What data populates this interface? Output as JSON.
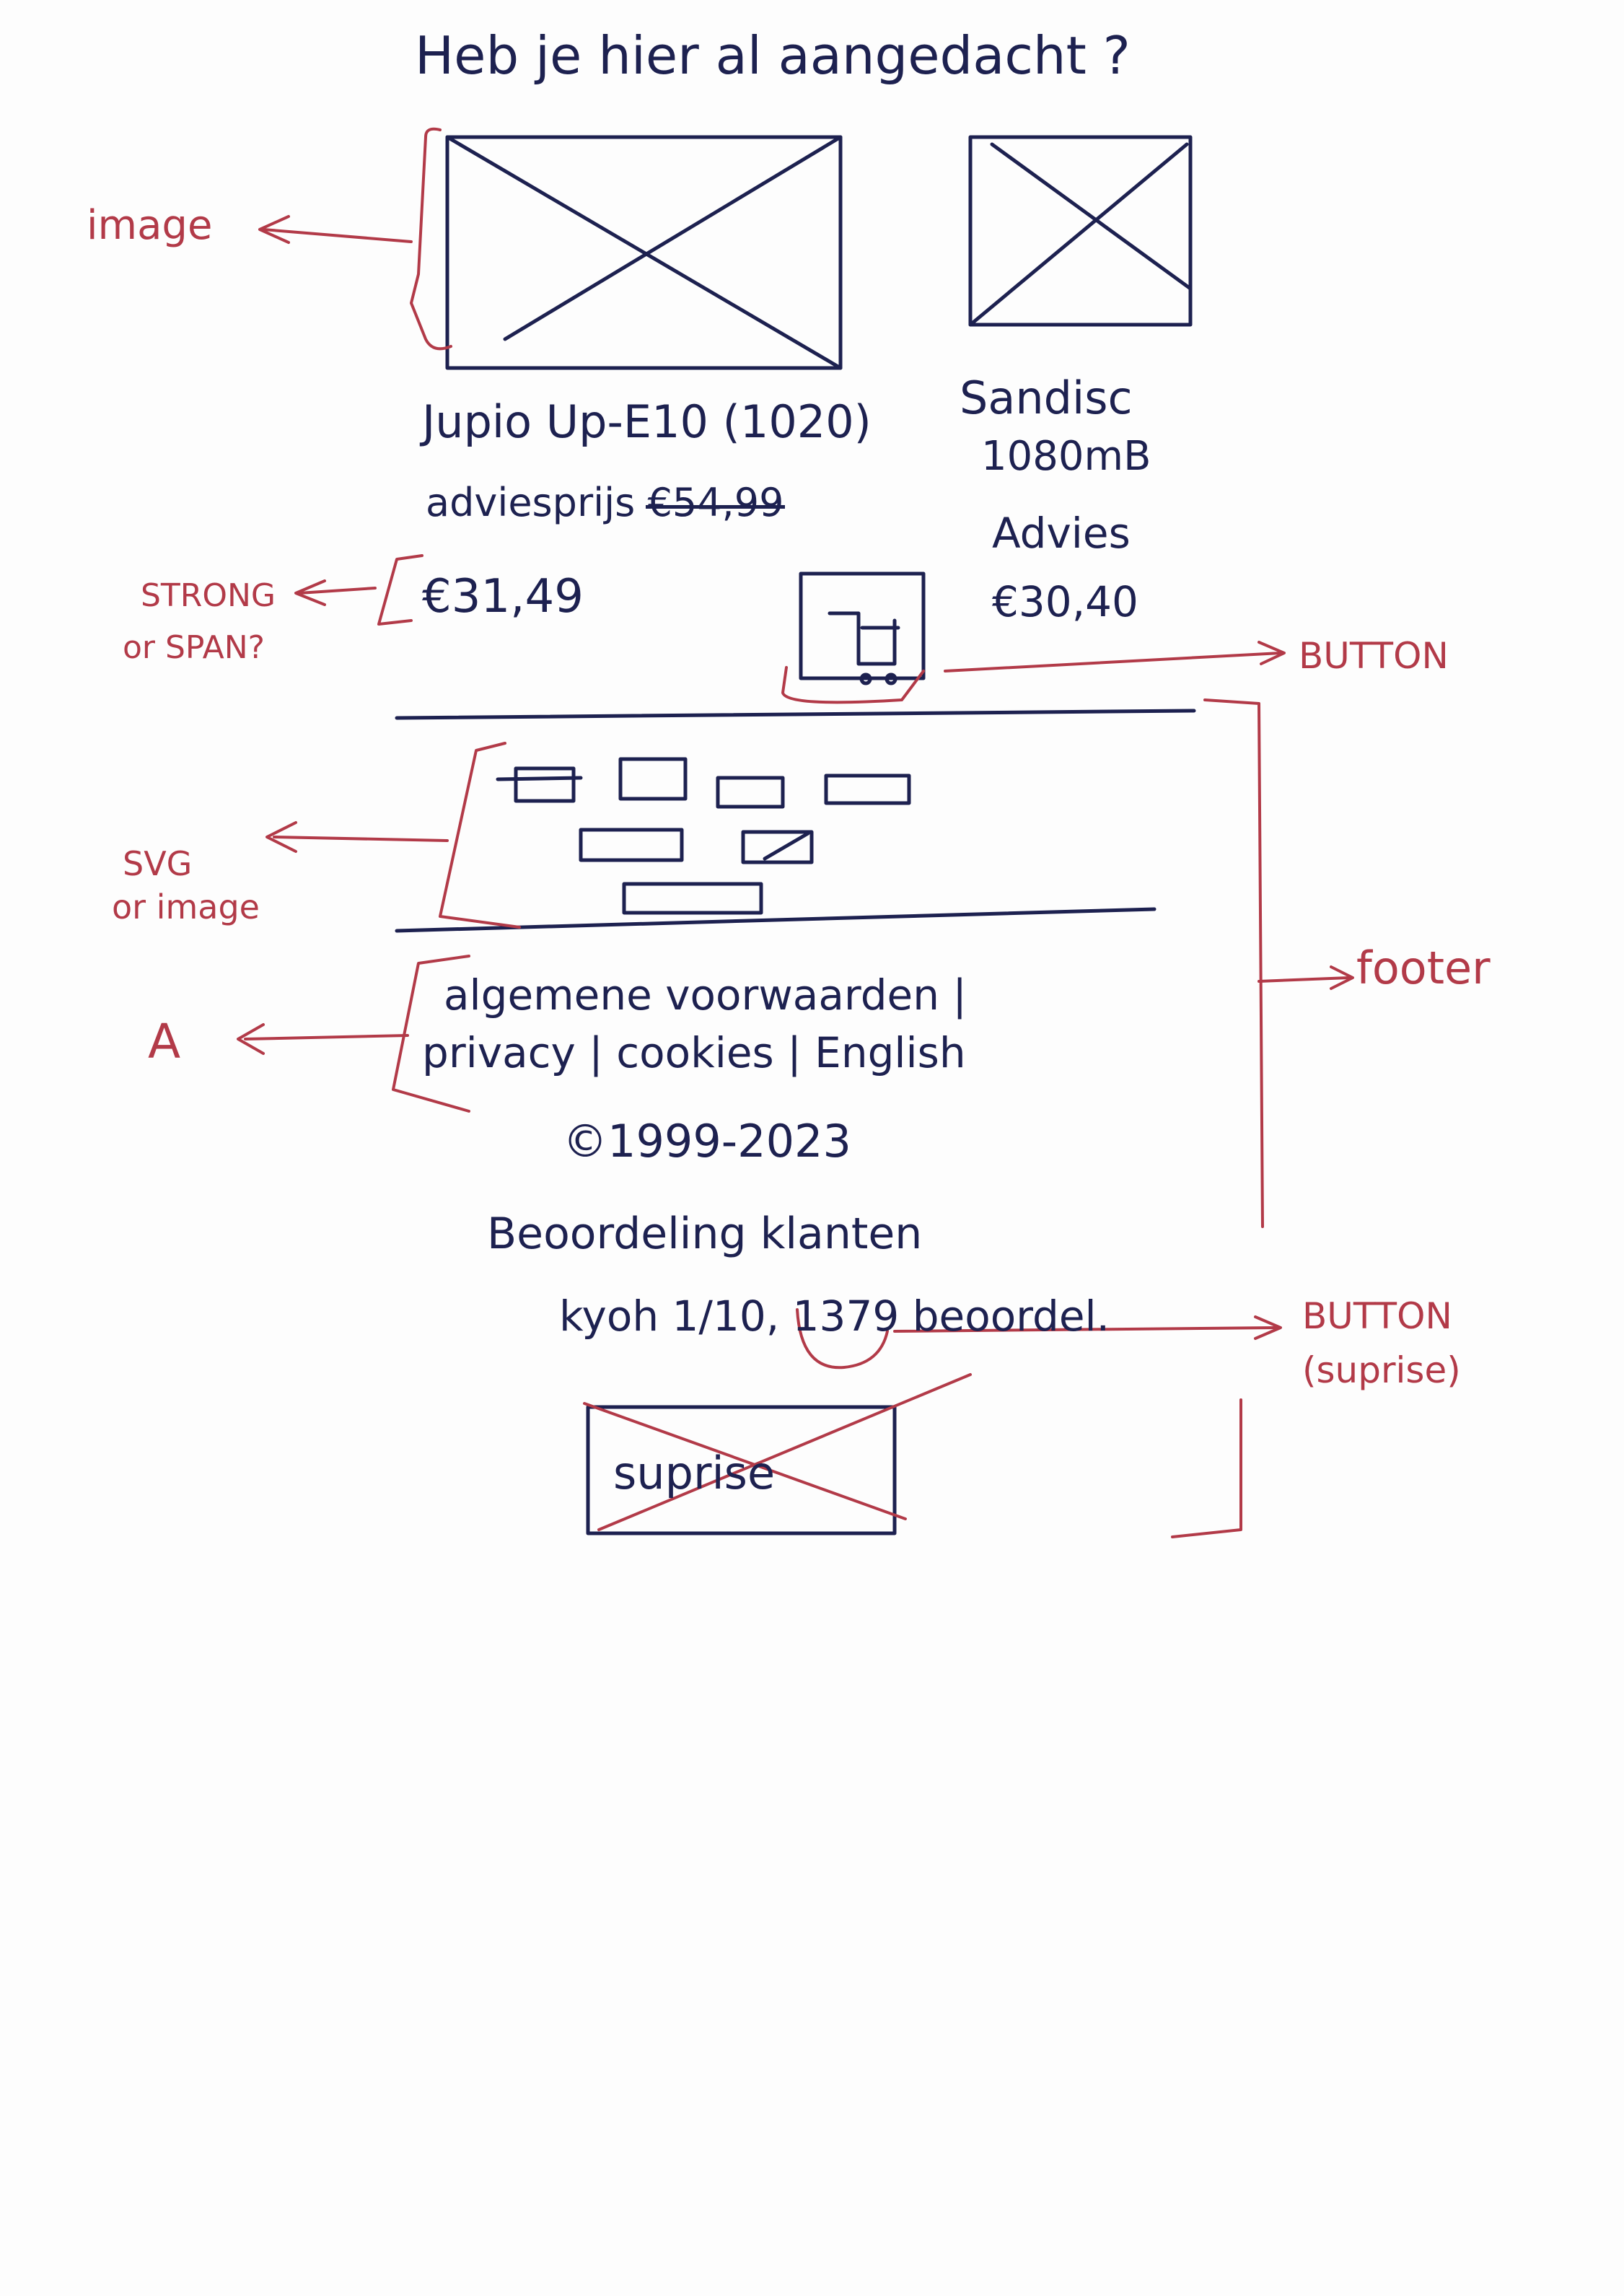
{
  "heading": "Heb je hier al aangedacht ?",
  "products": [
    {
      "name": "Jupio Up-E10 (1020)",
      "advice_label": "adviesprijs",
      "old_price": "€54,99",
      "price": "€31,49"
    },
    {
      "name_line1": "Sandisc",
      "name_line2": "1080mB",
      "advice_label": "Advies",
      "price": "€30,40"
    }
  ],
  "footer": {
    "links": [
      "algemene voorwaarden",
      "privacy",
      "cookies",
      "English"
    ],
    "separator": "|",
    "copyright": "©1999-2023",
    "reviews_label": "Beoordeling klanten",
    "reviews_score": "kyoh 1/10,",
    "reviews_count": "1379",
    "reviews_suffix": "beoordel.",
    "crossed_button": "suprise"
  },
  "annotations": {
    "image": "image",
    "strong": "STRONG",
    "strong_sub": "or SPAN?",
    "button": "BUTTON",
    "svg": "SVG",
    "svg_sub": "or image",
    "footer": "footer",
    "link": "A",
    "button2": "BUTTON",
    "button2_sub": "(suprise)"
  }
}
